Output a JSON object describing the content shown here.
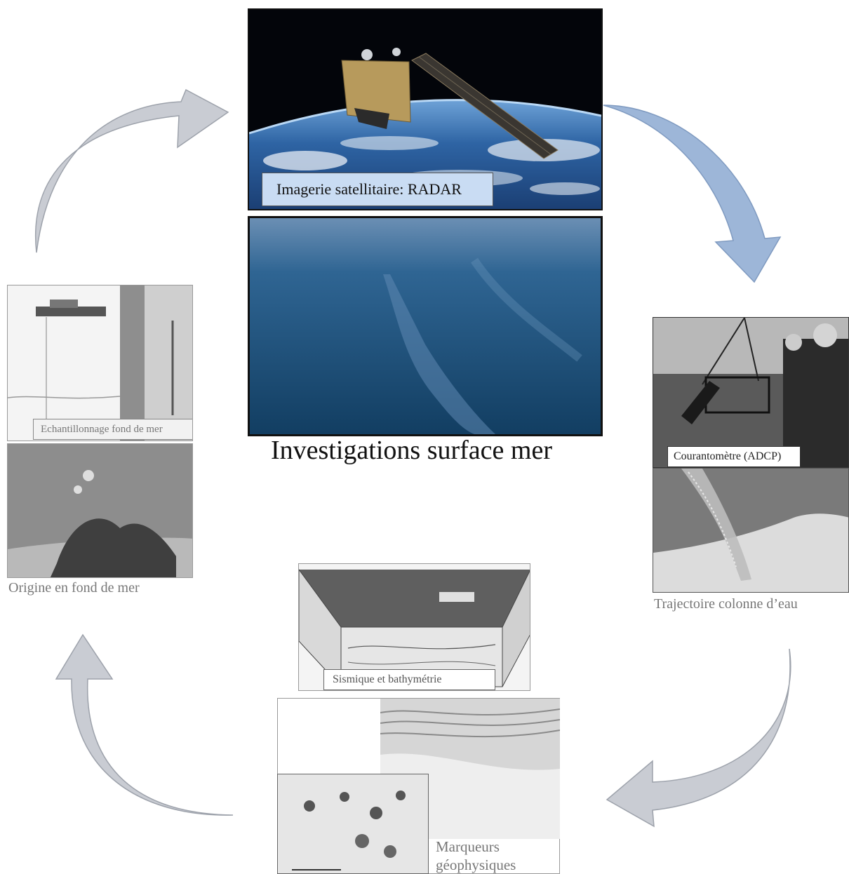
{
  "satellite_label": "Imagerie satellitaire: RADAR",
  "surface_title": "Investigations surface mer",
  "adcp_label": "Courantomètre (ADCP)",
  "water_column_caption": "Trajectoire colonne d’eau",
  "seismic_label": "Sismique et bathymétrie",
  "markers_caption_line1": "Marqueurs",
  "markers_caption_line2": "géophysiques",
  "sampling_label": "Echantillonnage fond de mer",
  "origin_caption": "Origine en fond de mer",
  "colors": {
    "arrow_blue": "#9db6d8",
    "arrow_grey": "#c9ccd3",
    "label_blue": "#c9dcf3"
  }
}
